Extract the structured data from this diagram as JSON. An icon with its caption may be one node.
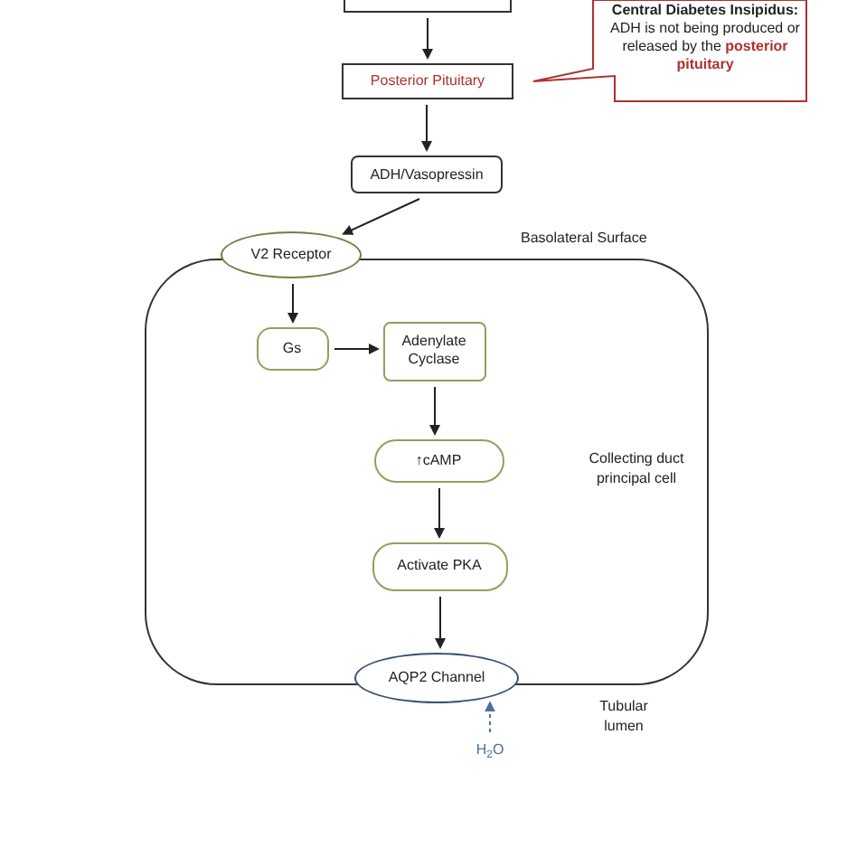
{
  "diagram": {
    "nodes": [
      {
        "text": [],
        "shape": "box"
      },
      {
        "text": [
          "Posterior Pituitary"
        ]
      },
      {
        "text": [
          "Central Diabetes Insipidus:",
          "ADH is not being produced or released by the **posterior pituitary**"
        ]
      },
      {
        "text": [
          "ADH/Vasopressin"
        ]
      },
      {
        "text": [
          "Collecting duct principal cell"
        ]
      },
      {
        "text": [
          "V2 Receptor"
        ]
      },
      {
        "text": [
          "Gs"
        ],
        "in": 4
      },
      {
        "text": [
          "Adenylate Cyclase"
        ],
        "in": 4
      },
      {
        "text": [
          "↑cAMP"
        ],
        "in": 4
      },
      {
        "text": [
          "Activate PKA"
        ],
        "in": 4
      },
      {
        "text": [
          "AQP2 Channel"
        ]
      },
      {
        "text": [
          "H$_{2}$O"
        ]
      }
    ],
    "edges": [
      {
        "from": 0,
        "to": 1,
        "arrow": "to"
      },
      {
        "from": 1,
        "to": 3,
        "arrow": "to"
      },
      {
        "from": 3,
        "to": 5,
        "arrow": "to"
      },
      {
        "from": 5,
        "to": 6,
        "arrow": "to"
      },
      {
        "from": 6,
        "to": 7,
        "arrow": "to"
      },
      {
        "from": 7,
        "to": 8,
        "arrow": "to"
      },
      {
        "from": 8,
        "to": 9,
        "arrow": "to"
      },
      {
        "from": 9,
        "to": 10,
        "arrow": "to"
      },
      {
        "from": 11,
        "to": 10,
        "arrow": "to",
        "style": "dashed",
        "color": "#4a6fa5"
      }
    ],
    "labels": [
      "Basolateral Surface",
      "Tubular lumen"
    ]
  }
}
